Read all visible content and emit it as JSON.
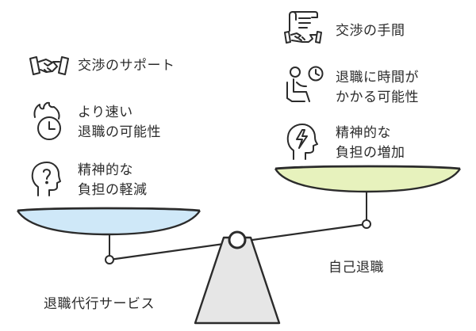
{
  "left_pan": {
    "fill": "#cfe8f8",
    "items": [
      {
        "icon": "handshake-icon",
        "lines": [
          "交渉のサポート"
        ]
      },
      {
        "icon": "alarm-clock-icon",
        "lines": [
          "より速い",
          "退職の可能性"
        ]
      },
      {
        "icon": "thinking-head-icon",
        "lines": [
          "精神的な",
          "負担の軽減"
        ]
      }
    ],
    "label": "退職代行サービス"
  },
  "right_pan": {
    "fill": "#e7f2bd",
    "items": [
      {
        "icon": "document-handshake-icon",
        "lines": [
          "交渉の手間"
        ]
      },
      {
        "icon": "person-clock-icon",
        "lines": [
          "退職に時間が",
          "かかる可能性"
        ]
      },
      {
        "icon": "head-lightning-icon",
        "lines": [
          "精神的な",
          "負担の増加"
        ]
      }
    ],
    "label": "自己退職"
  },
  "colors": {
    "stroke": "#2b2b2b",
    "fulcrum": "#e6e6e6"
  }
}
